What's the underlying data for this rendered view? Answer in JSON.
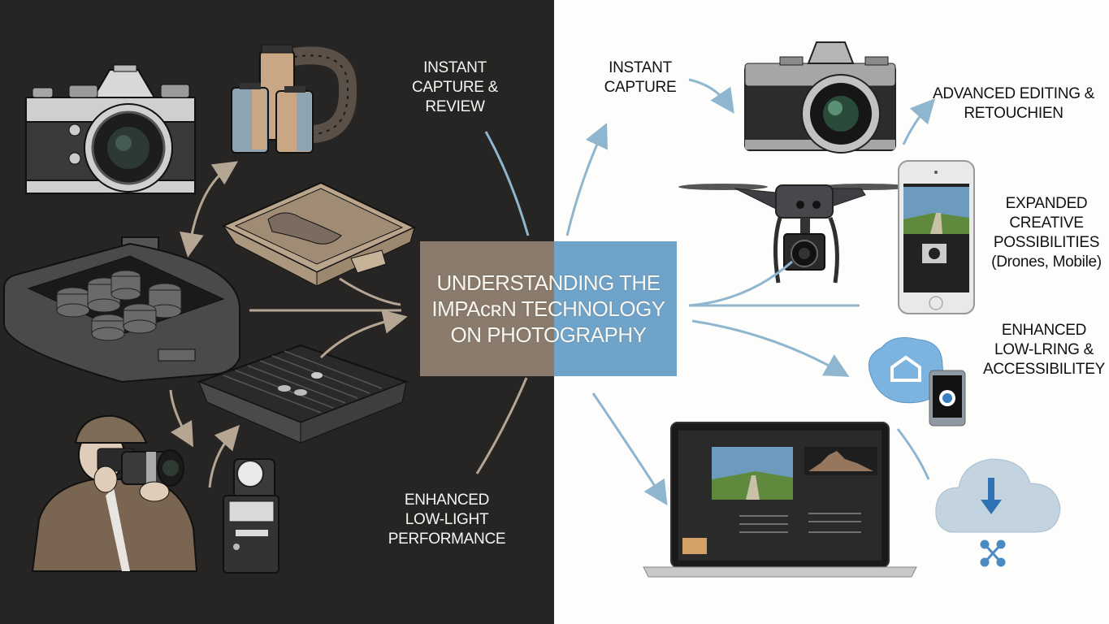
{
  "title": "UNDERSTANDING THE\nIMPAᴄʀN TECHNOLOGY\nON PHOTOGRAPHY",
  "colors": {
    "dark_bg": "#262523",
    "light_bg": "#fdfdfc",
    "center_left": "#8a7b6c",
    "center_right": "#6fa3c9",
    "arrow_dark": "#b5a593",
    "arrow_light": "#8fb6cf"
  },
  "left_side": {
    "theme": "film / analog photography",
    "labels": [
      {
        "id": "instant-capture-review",
        "text": "INSTANT\nCAPTURE &\nREVIEW"
      },
      {
        "id": "enhanced-low-light-performance",
        "text": "ENHANCED\nLOW-LIGHT\nPERFORMANCE"
      }
    ],
    "illustrations": [
      {
        "id": "film-slr-camera",
        "icon": "slr-camera-icon"
      },
      {
        "id": "film-canisters",
        "icon": "film-roll-icon"
      },
      {
        "id": "developing-tray-prints",
        "icon": "developing-tray-icon"
      },
      {
        "id": "film-reel-tank",
        "icon": "film-tank-icon"
      },
      {
        "id": "drying-rack-tray",
        "icon": "drying-rack-icon"
      },
      {
        "id": "photographer",
        "icon": "photographer-icon"
      },
      {
        "id": "light-meter",
        "icon": "light-meter-icon"
      }
    ]
  },
  "right_side": {
    "theme": "digital photography",
    "labels": [
      {
        "id": "instant-capture",
        "text": "INSTANT\nCAPTURE"
      },
      {
        "id": "advanced-editing",
        "text": "ADVANCED EDITING &\nRETOUCHIEN"
      },
      {
        "id": "expanded-creative",
        "text": "EXPANDED\nCREATIVE\nPOSSIBILITIES\n(Drones, Mobile)"
      },
      {
        "id": "enhanced-low-lring",
        "text": "ENHANCED\nLOW-LRING &\nACCESSIBILITEY"
      }
    ],
    "illustrations": [
      {
        "id": "mirrorless-camera",
        "icon": "mirrorless-camera-icon"
      },
      {
        "id": "drone",
        "icon": "drone-icon"
      },
      {
        "id": "smartphone-camera-app",
        "icon": "smartphone-icon"
      },
      {
        "id": "smart-home-cloud",
        "icon": "smart-home-icon"
      },
      {
        "id": "laptop-photo-editor",
        "icon": "laptop-icon"
      },
      {
        "id": "cloud-download",
        "icon": "cloud-download-icon"
      },
      {
        "id": "share-network",
        "icon": "share-icon"
      }
    ]
  }
}
